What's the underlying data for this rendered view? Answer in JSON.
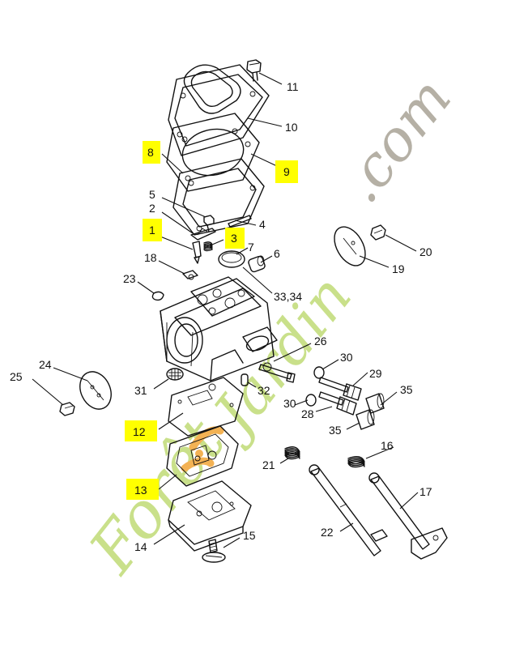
{
  "watermark": {
    "left_text": "Forêt",
    "right_text": "Jardin",
    "suffix": ".com",
    "colors": {
      "green": "#c9e08a",
      "gray": "#b5b0a5",
      "orange": "#f3b254"
    }
  },
  "highlight_color": "#ffff00",
  "callouts": [
    {
      "id": "11",
      "text": "11",
      "highlighted": false
    },
    {
      "id": "10",
      "text": "10",
      "highlighted": false
    },
    {
      "id": "8",
      "text": "8",
      "highlighted": true
    },
    {
      "id": "9",
      "text": "9",
      "highlighted": true
    },
    {
      "id": "5",
      "text": "5",
      "highlighted": false
    },
    {
      "id": "2",
      "text": "2",
      "highlighted": false
    },
    {
      "id": "4",
      "text": "4",
      "highlighted": false
    },
    {
      "id": "1",
      "text": "1",
      "highlighted": true
    },
    {
      "id": "3",
      "text": "3",
      "highlighted": true
    },
    {
      "id": "7",
      "text": "7",
      "highlighted": false
    },
    {
      "id": "6",
      "text": "6",
      "highlighted": false
    },
    {
      "id": "18",
      "text": "18",
      "highlighted": false
    },
    {
      "id": "23",
      "text": "23",
      "highlighted": false
    },
    {
      "id": "33_34",
      "text": "33,34",
      "highlighted": false
    },
    {
      "id": "20",
      "text": "20",
      "highlighted": false
    },
    {
      "id": "19",
      "text": "19",
      "highlighted": false
    },
    {
      "id": "26",
      "text": "26",
      "highlighted": false
    },
    {
      "id": "30a",
      "text": "30",
      "highlighted": false
    },
    {
      "id": "29",
      "text": "29",
      "highlighted": false
    },
    {
      "id": "24",
      "text": "24",
      "highlighted": false
    },
    {
      "id": "25",
      "text": "25",
      "highlighted": false
    },
    {
      "id": "31",
      "text": "31",
      "highlighted": false
    },
    {
      "id": "32",
      "text": "32",
      "highlighted": false
    },
    {
      "id": "35a",
      "text": "35",
      "highlighted": false
    },
    {
      "id": "30b",
      "text": "30",
      "highlighted": false
    },
    {
      "id": "28",
      "text": "28",
      "highlighted": false
    },
    {
      "id": "12",
      "text": "12",
      "highlighted": true
    },
    {
      "id": "35b",
      "text": "35",
      "highlighted": false
    },
    {
      "id": "16",
      "text": "16",
      "highlighted": false
    },
    {
      "id": "21",
      "text": "21",
      "highlighted": false
    },
    {
      "id": "13",
      "text": "13",
      "highlighted": true
    },
    {
      "id": "17",
      "text": "17",
      "highlighted": false
    },
    {
      "id": "15",
      "text": "15",
      "highlighted": false
    },
    {
      "id": "14",
      "text": "14",
      "highlighted": false
    },
    {
      "id": "22",
      "text": "22",
      "highlighted": false
    }
  ]
}
